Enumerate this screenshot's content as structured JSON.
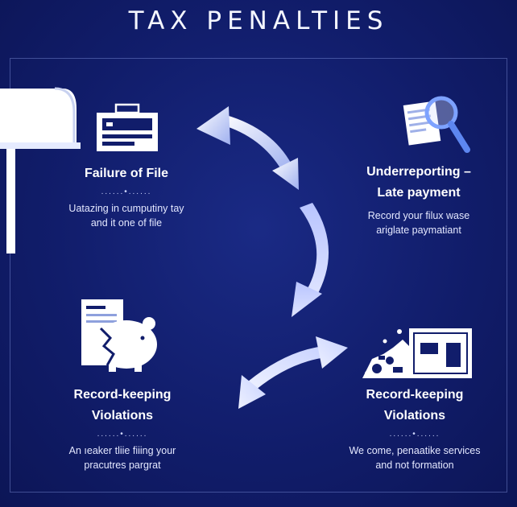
{
  "title": "TAX PENALTIES",
  "nodes": {
    "top_left": {
      "heading": [
        "Failure of File"
      ],
      "dots": "......•......",
      "body": [
        "Uatazing in cumputiny tay",
        "and it one of file"
      ],
      "icon": "document-card-icon"
    },
    "top_right": {
      "heading": [
        "Underreporting –",
        "Late payment"
      ],
      "body": [
        "Record your filux wase",
        "ariglate paymatiant"
      ],
      "icon": "magnifier-document-icon"
    },
    "bottom_left": {
      "heading": [
        "Record-keeping",
        "Violations"
      ],
      "dots": "......•......",
      "body": [
        "An ıeaker tliie fiiing your",
        "pracutres pargrat"
      ],
      "icon": "broken-piggy-bank-icon"
    },
    "bottom_right": {
      "heading": [
        "Record-keeping",
        "Violations"
      ],
      "dots": "......•......",
      "body": [
        "We come, penaatike services",
        "and not formation"
      ],
      "icon": "money-pile-safe-icon"
    }
  },
  "decor": {
    "mailbox": "mailbox-icon",
    "arrow_color": "#c8d0ff"
  }
}
